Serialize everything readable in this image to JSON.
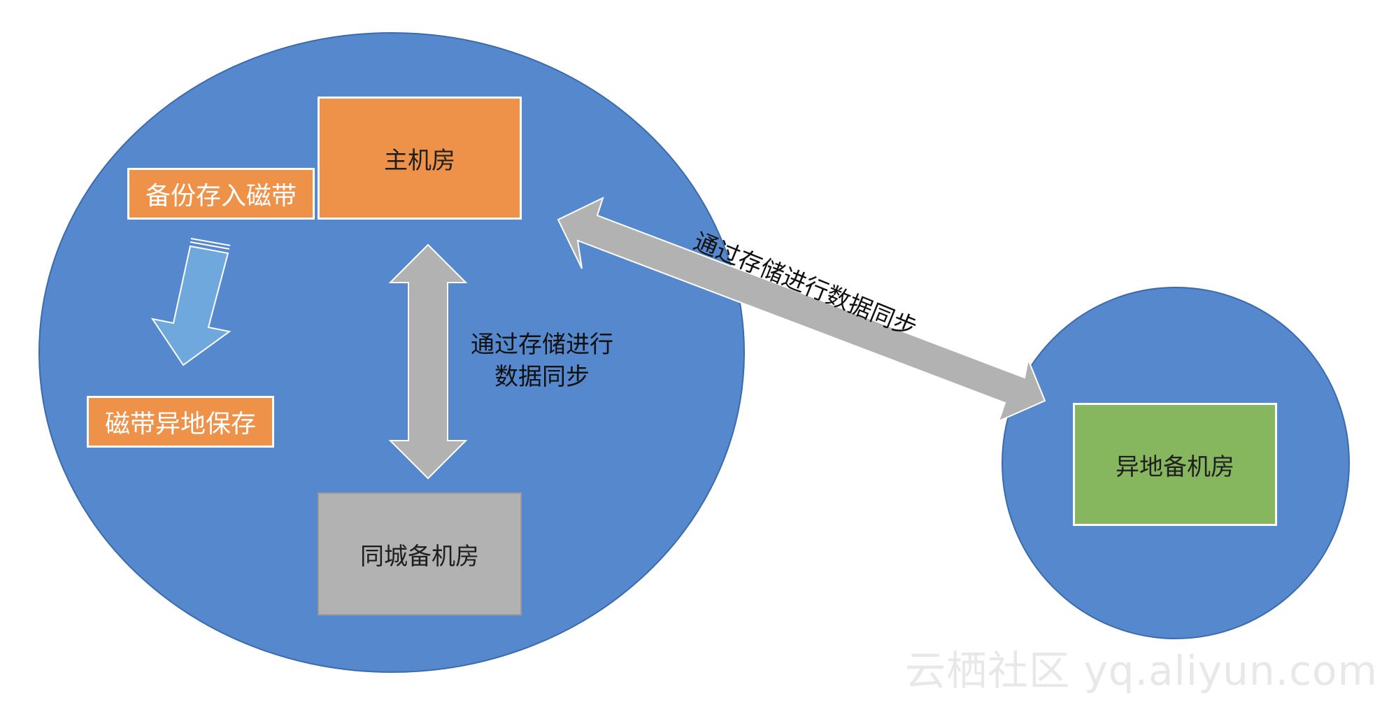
{
  "colors": {
    "zone_fill": "#5588CC",
    "zone_stroke": "#3C6AAE",
    "main_room_fill": "#EF9249",
    "tape_label_fill": "#EF9249",
    "same_city_fill": "#B2B2B2",
    "remote_room_fill": "#86B65E",
    "sync_arrow_fill": "#B2B2B2",
    "tape_arrow_fill": "#6FA8DC"
  },
  "nodes": {
    "main_room": "主机房",
    "backup_to_tape": "备份存入磁带",
    "tape_offsite": "磁带异地保存",
    "same_city_backup_room": "同城备机房",
    "remote_backup_room": "异地备机房"
  },
  "edges": {
    "local_sync_line1": "通过存储进行",
    "local_sync_line2": "数据同步",
    "remote_sync": "通过存储进行数据同步"
  },
  "icons": {
    "tape_arrow": "down-arrow-icon",
    "local_sync_arrow": "double-arrow-icon",
    "remote_sync_arrow": "double-arrow-icon"
  },
  "watermark": "云栖社区 yq.aliyun.com"
}
